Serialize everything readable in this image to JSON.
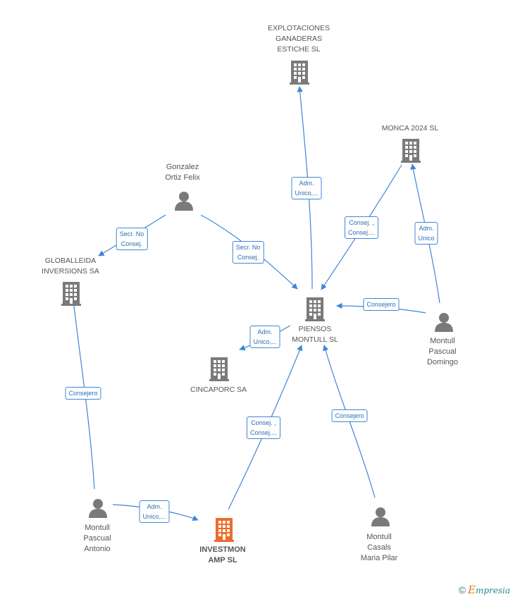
{
  "nodes": {
    "explotaciones": {
      "label": "EXPLOTACIONES\nGANADERAS\nESTICHE SL",
      "icon": "building-icon"
    },
    "monca": {
      "label": "MONCA 2024  SL",
      "icon": "building-icon"
    },
    "gonzalez": {
      "label": "Gonzalez\nOrtiz Felix",
      "icon": "person-icon"
    },
    "globalleida": {
      "label": "GLOBALLEIDA\nINVERSIONS SA",
      "icon": "building-icon"
    },
    "piensos": {
      "label": "PIENSOS\nMONTULL SL",
      "icon": "building-icon"
    },
    "cincaporc": {
      "label": "CINCAPORC SA",
      "icon": "building-icon"
    },
    "montull_domingo": {
      "label": "Montull\nPascual\nDomingo",
      "icon": "person-icon"
    },
    "montull_antonio": {
      "label": "Montull\nPascual\nAntonio",
      "icon": "person-icon"
    },
    "investmon": {
      "label": "INVESTMON\nAMP  SL",
      "icon": "building-icon"
    },
    "montull_casals": {
      "label": "Montull\nCasals\nMaria Pilar",
      "icon": "person-icon"
    }
  },
  "edges": {
    "adm_explotaciones": "Adm.\nUnico,...",
    "consej_monca": "Consej. ,\nConsej....",
    "adm_monca": "Adm.\nUnico",
    "secr_globalleida": "Secr.  No\nConsej.",
    "secr_piensos": "Secr.  No\nConsej.",
    "consejero_domingo": "Consejero",
    "adm_cincaporc": "Adm.\nUnico,...",
    "consejero_antonio": "Consejero",
    "consej_investmon": "Consej. ,\nConsej....",
    "consejero_casals": "Consejero",
    "adm_investmon": "Adm.\nUnico,..."
  },
  "colors": {
    "edge": "#3f86d6",
    "building": "#7a7a7a",
    "focus_building": "#f06a2a",
    "person": "#7a7a7a"
  },
  "brand": {
    "symbol": "©",
    "first_letter": "E",
    "rest": "mpresia"
  }
}
